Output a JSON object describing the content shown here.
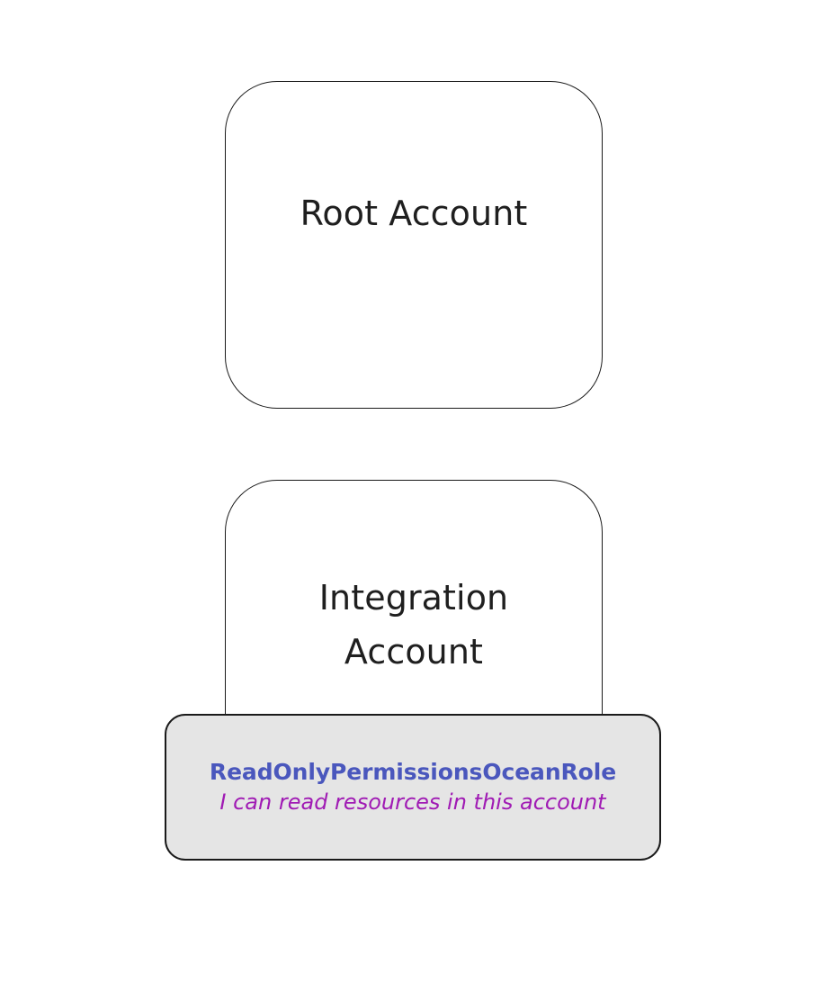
{
  "diagram": {
    "type": "aws-account-hierarchy",
    "background_color": "#ffffff",
    "nodes": {
      "root_account": {
        "label": "Root Account",
        "border_color": "#1a1a1a",
        "fill_color": "#ffffff"
      },
      "integration_account": {
        "label": "Integration\nAccount",
        "border_color": "#1a1a1a",
        "fill_color": "#ffffff"
      },
      "role_card": {
        "name": "ReadOnlyPermissionsOceanRole",
        "description": "I can read resources in this account",
        "name_color": "#4a57bd",
        "description_color": "#a01bb4",
        "fill_color": "#e5e5e5",
        "border_color": "#1a1a1a"
      }
    }
  }
}
